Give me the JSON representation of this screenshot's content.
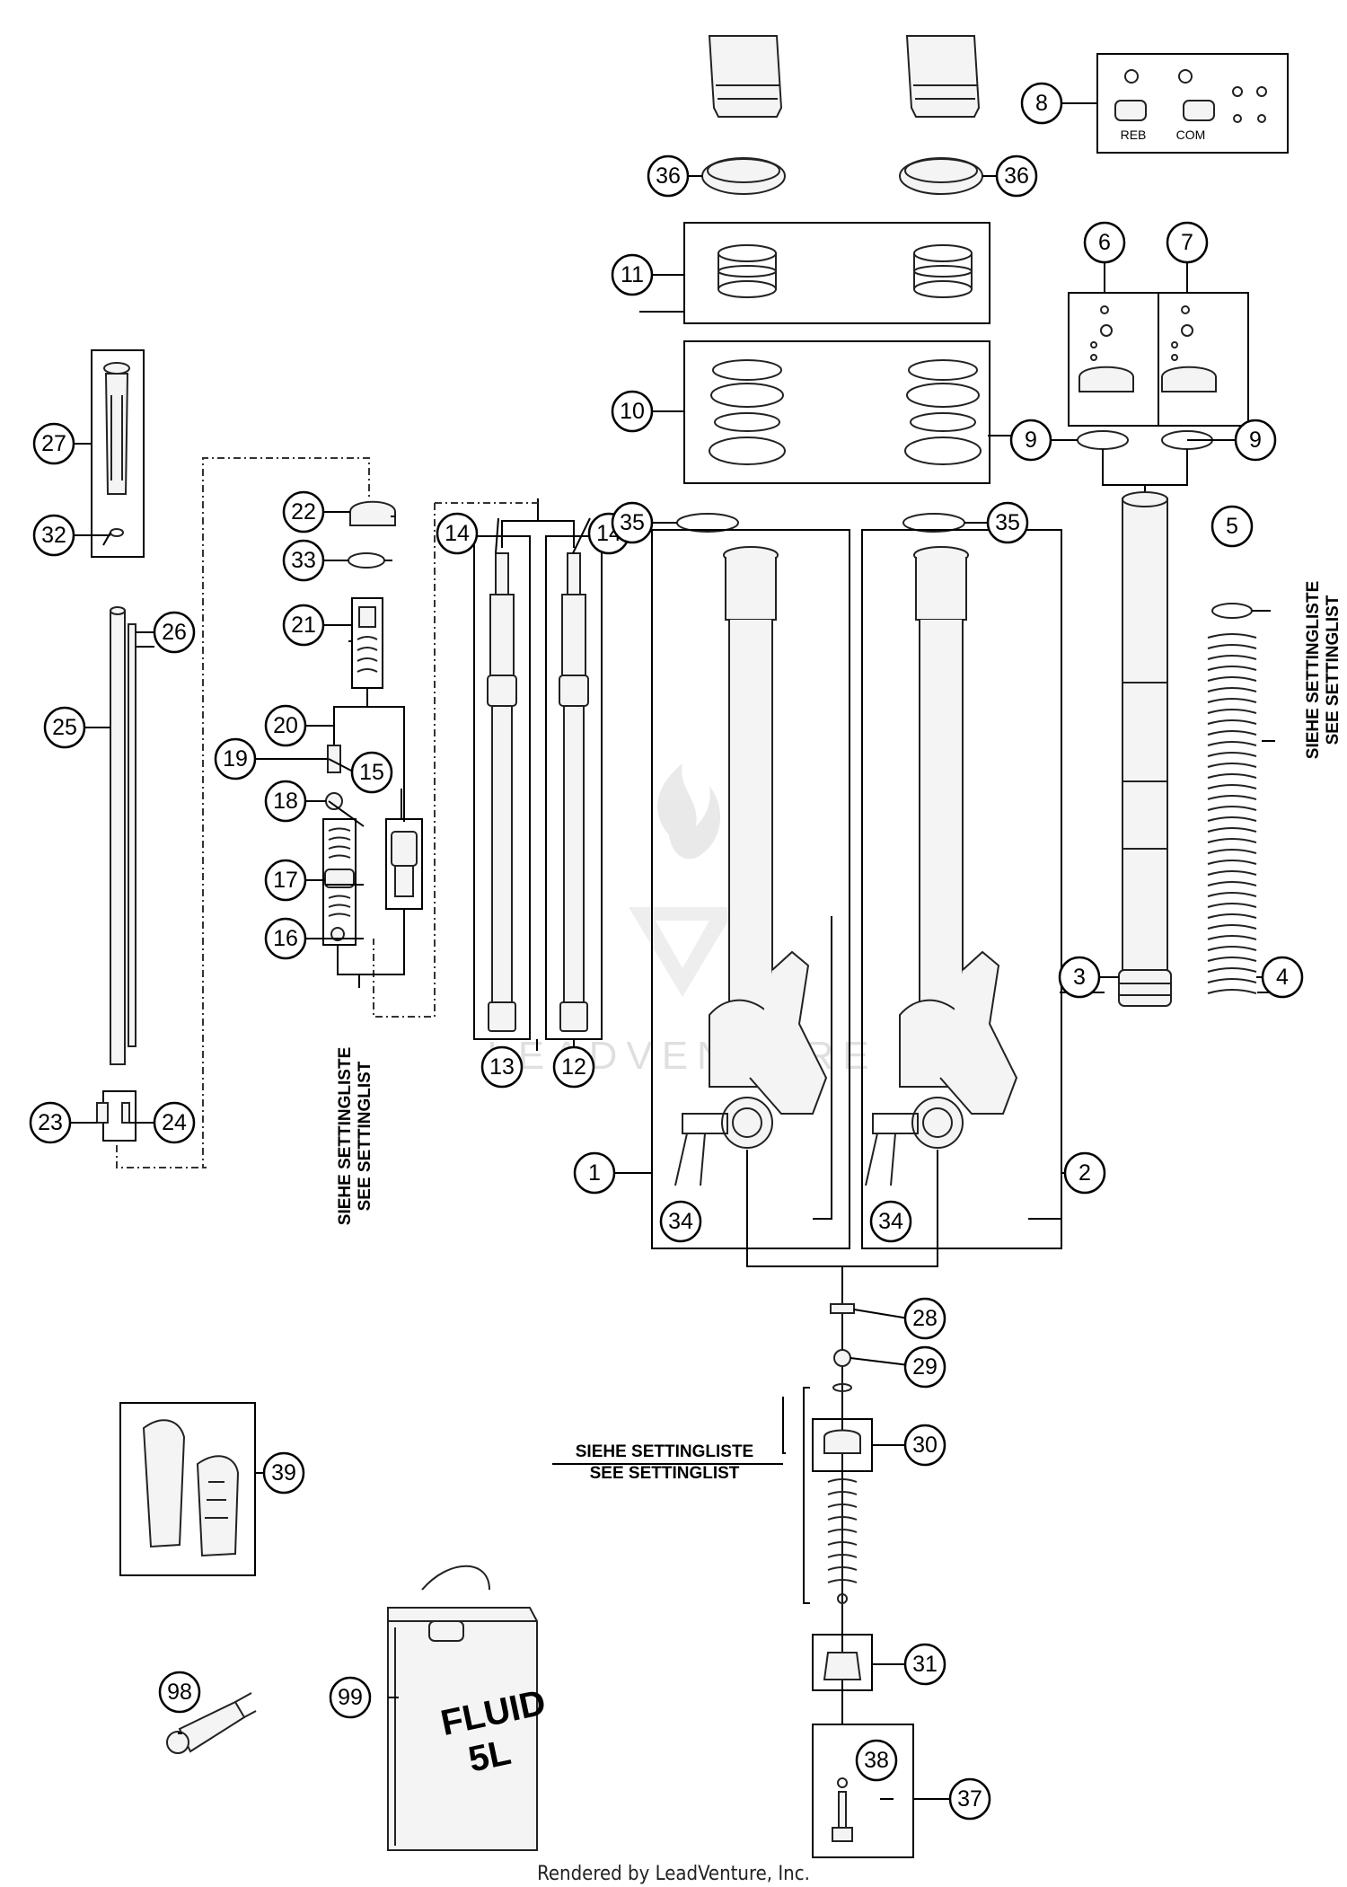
{
  "callouts": [
    "1",
    "2",
    "3",
    "4",
    "5",
    "6",
    "7",
    "8",
    "9",
    "9",
    "10",
    "11",
    "12",
    "13",
    "14",
    "14",
    "15",
    "16",
    "17",
    "18",
    "19",
    "20",
    "21",
    "22",
    "23",
    "24",
    "25",
    "26",
    "27",
    "28",
    "29",
    "30",
    "31",
    "32",
    "33",
    "34",
    "34",
    "35",
    "35",
    "36",
    "36",
    "37",
    "38",
    "39",
    "98",
    "99"
  ],
  "kit_labels": {
    "reb": "REB",
    "com": "COM"
  },
  "setting_note": {
    "line1": "SIEHE SETTINGLISTE",
    "line2": "SEE SETTINGLIST"
  },
  "can_label": {
    "line1": "FLUID",
    "line2": "5L"
  },
  "watermark": "LEADVENTURE",
  "footer": "Rendered by LeadVenture, Inc."
}
